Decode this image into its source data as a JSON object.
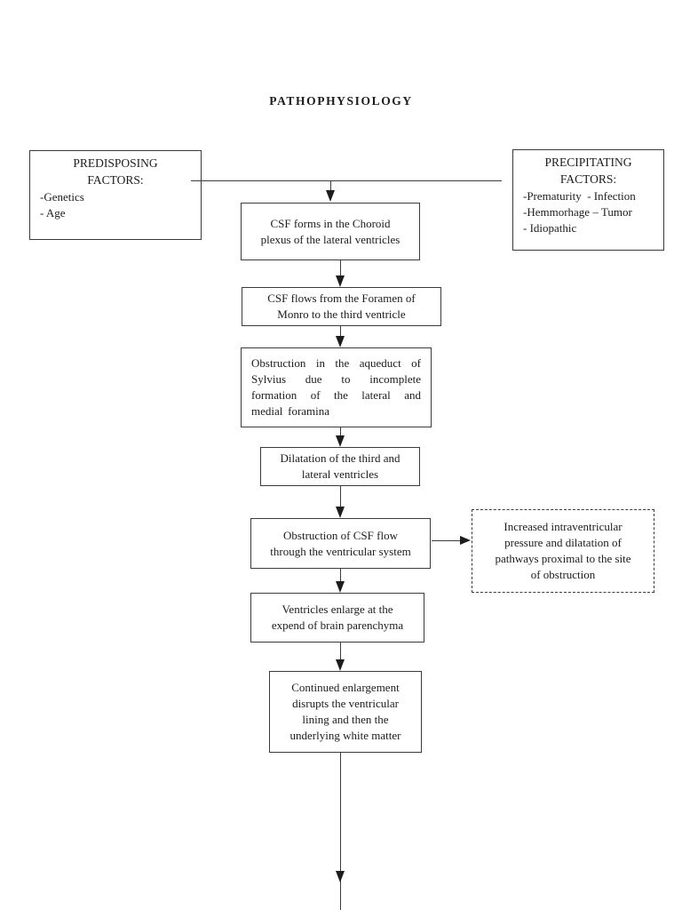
{
  "page": {
    "title": "PATHOPHYSIOLOGY"
  },
  "predisposing_box": {
    "heading": "PREDISPOSING\nFACTORS:",
    "items": [
      "-Genetics",
      "- Age"
    ]
  },
  "precipitating_box": {
    "heading": "PRECIPITATING\nFACTORS:",
    "items": [
      "-Prematurity  - Infection",
      "-Hemmorhage – Tumor",
      "- Idiopathic"
    ]
  },
  "flow_boxes": {
    "csf_forms": "CSF forms in the Choroid\nplexus of the lateral ventricles",
    "csf_flows": "CSF flows from the Foramen of\nMonro to the third ventricle",
    "obstruction_aqueduct": "Obstruction in the aqueduct of Sylvius due to incomplete formation of the lateral and medial foramina",
    "dilatation": "Dilatation of the third and\nlateral ventricles",
    "obstruction_csf_flow": "Obstruction of CSF flow\nthrough the ventricular system",
    "ventricles_enlarge": "Ventricles enlarge at the\nexpend of brain parenchyma",
    "continued_enlargement": "Continued enlargement\ndisrupts the ventricular\nlining and then the\nunderlying white matter"
  },
  "side_note": "Increased intraventricular\npressure and dilatation of\npathways proximal to the site\nof obstruction",
  "colors": {
    "border": "#3b3b3b",
    "arrow": "#1d1d1d",
    "text": "#1c1c1c",
    "background": "#ffffff"
  }
}
